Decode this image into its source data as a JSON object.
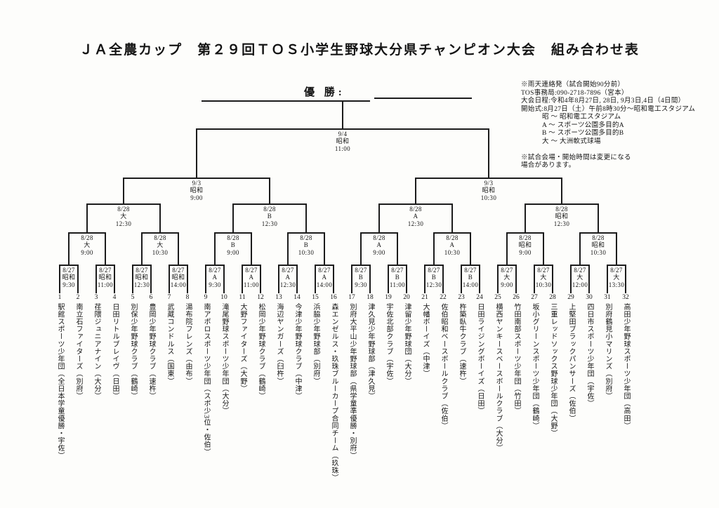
{
  "title": "ＪＡ全農カップ　第２９回ＴＯＳ小学生野球大分県チャンピオン大会　組み合わせ表",
  "champion": {
    "label": "優 勝:",
    "value": ""
  },
  "info": {
    "lines": [
      {
        "text": "※雨天連絡発（試合開始90分前）",
        "indent": 0
      },
      {
        "text": "TOS事務局:090-2718-7896（宮本）",
        "indent": 0
      },
      {
        "text": "大会日程:令和4年8月27日, 28日, 9月3日,4日（4日間）",
        "indent": 0
      },
      {
        "text": "開始式:8月27日（土）午前8時30分～昭和電工スタジアム",
        "indent": 0
      },
      {
        "text": "昭 ～ 昭和電工スタジアム",
        "indent": 1
      },
      {
        "text": "A ～ スポーツ公園多目的A",
        "indent": 1
      },
      {
        "text": "B ～ スポーツ公園多目的B",
        "indent": 1
      },
      {
        "text": "大 ～ 大洲軟式球場",
        "indent": 1
      },
      {
        "text": "",
        "indent": 0
      },
      {
        "text": "※試合会場・開始時間は変更になる",
        "indent": 0
      },
      {
        "text": "場合があります。",
        "indent": 0
      }
    ]
  },
  "bracket": {
    "teams": [
      {
        "no": "1",
        "name": "駅館スポーツ少年団（全日本学童優勝・宇佐）"
      },
      {
        "no": "2",
        "name": "南立石ファイターズ（別府）"
      },
      {
        "no": "3",
        "name": "荏隈ジュニアナイン（大分）"
      },
      {
        "no": "4",
        "name": "日田リトルブレイヴ（日田）"
      },
      {
        "no": "5",
        "name": "別保少年野球クラブ（鶴崎）"
      },
      {
        "no": "6",
        "name": "豊岡少年野球クラブ（速杵）"
      },
      {
        "no": "7",
        "name": "武蔵コンドルス（国東）"
      },
      {
        "no": "8",
        "name": "湯布院フレンズ（由布）"
      },
      {
        "no": "9",
        "name": "南アポロスポーツ少年団（スポ少3位・佐伯）"
      },
      {
        "no": "10",
        "name": "滝尾野球スポーツ少年団（大分）"
      },
      {
        "no": "11",
        "name": "大野ファイターズ（大野）"
      },
      {
        "no": "12",
        "name": "松岡少年野球クラブ（鶴崎）"
      },
      {
        "no": "13",
        "name": "海辺ヤンガーズ（臼杵）"
      },
      {
        "no": "14",
        "name": "今津少年野球クラブ（中津）"
      },
      {
        "no": "15",
        "name": "浜脇少年野球部（別府）"
      },
      {
        "no": "16",
        "name": "森エンゼルス・玖珠ブルーカープ合同チーム（玖珠）"
      },
      {
        "no": "17",
        "name": "別府大平山少年野球部（県学童準優勝・別府）"
      },
      {
        "no": "18",
        "name": "津久見少年野球部（津久見）"
      },
      {
        "no": "19",
        "name": "宇佐北部クラブ（宇佐）"
      },
      {
        "no": "20",
        "name": "津留少年野球団（大分）"
      },
      {
        "no": "21",
        "name": "大幡ボーイズ（中津）"
      },
      {
        "no": "22",
        "name": "佐伯昭和ベースボールクラブ（佐伯）"
      },
      {
        "no": "23",
        "name": "杵築臥牛クラブ（速杵）"
      },
      {
        "no": "24",
        "name": "日田ライジングボーイズ（日田）"
      },
      {
        "no": "25",
        "name": "横西ヤンキースベースボールクラブ（大分）"
      },
      {
        "no": "26",
        "name": "竹田南部スポーツ少年団（竹田）"
      },
      {
        "no": "27",
        "name": "坂小グリーンスポーツ少年団（鶴崎）"
      },
      {
        "no": "28",
        "name": "三重レッドソックス野球少年団（大野）"
      },
      {
        "no": "29",
        "name": "上堅田ブラックパンサーズ（佐伯）"
      },
      {
        "no": "30",
        "name": "四日市スポーツ少年団（宇佐）"
      },
      {
        "no": "31",
        "name": "別府鶴見小マリンズ（別府）"
      },
      {
        "no": "32",
        "name": "高田少年野球スポーツ少年団（高田）"
      }
    ],
    "rounds": [
      {
        "name": "round1",
        "matches": [
          {
            "date": "8/27",
            "venue": "昭和",
            "time": "9:30"
          },
          {
            "date": "8/27",
            "venue": "昭和",
            "time": "11:00"
          },
          {
            "date": "8/27",
            "venue": "昭和",
            "time": "12:30"
          },
          {
            "date": "8/27",
            "venue": "昭和",
            "time": "14:00"
          },
          {
            "date": "8/27",
            "venue": "A",
            "time": "9:30"
          },
          {
            "date": "8/27",
            "venue": "A",
            "time": "11:00"
          },
          {
            "date": "8/27",
            "venue": "A",
            "time": "12:30"
          },
          {
            "date": "8/27",
            "venue": "A",
            "time": "14:00"
          },
          {
            "date": "8/27",
            "venue": "B",
            "time": "9:30"
          },
          {
            "date": "8/27",
            "venue": "B",
            "time": "11:00"
          },
          {
            "date": "8/27",
            "venue": "B",
            "time": "12:30"
          },
          {
            "date": "8/27",
            "venue": "B",
            "time": "14:00"
          },
          {
            "date": "8/27",
            "venue": "大",
            "time": "9:00"
          },
          {
            "date": "8/27",
            "venue": "大",
            "time": "10:30"
          },
          {
            "date": "8/27",
            "venue": "大",
            "time": "12:00"
          },
          {
            "date": "8/27",
            "venue": "大",
            "time": "13:30"
          }
        ]
      },
      {
        "name": "round2",
        "matches": [
          {
            "date": "8/28",
            "venue": "大",
            "time": "9:00"
          },
          {
            "date": "8/28",
            "venue": "大",
            "time": "10:30"
          },
          {
            "date": "8/28",
            "venue": "B",
            "time": "9:00"
          },
          {
            "date": "8/28",
            "venue": "B",
            "time": "10:30"
          },
          {
            "date": "8/28",
            "venue": "A",
            "time": "9:00"
          },
          {
            "date": "8/28",
            "venue": "A",
            "time": "10:30"
          },
          {
            "date": "8/28",
            "venue": "昭和",
            "time": "9:00"
          },
          {
            "date": "8/28",
            "venue": "昭和",
            "time": "10:30"
          }
        ]
      },
      {
        "name": "quarterfinal",
        "matches": [
          {
            "date": "8/28",
            "venue": "大",
            "time": "12:30"
          },
          {
            "date": "8/28",
            "venue": "B",
            "time": "12:30"
          },
          {
            "date": "8/28",
            "venue": "A",
            "time": "12:30"
          },
          {
            "date": "8/28",
            "venue": "昭和",
            "time": "12:30"
          }
        ]
      },
      {
        "name": "semifinal",
        "matches": [
          {
            "date": "9/3",
            "venue": "昭和",
            "time": "9:00"
          },
          {
            "date": "9/3",
            "venue": "昭和",
            "time": "10:30"
          }
        ]
      },
      {
        "name": "final",
        "matches": [
          {
            "date": "9/4",
            "venue": "昭和",
            "time": "11:00"
          }
        ]
      }
    ]
  }
}
